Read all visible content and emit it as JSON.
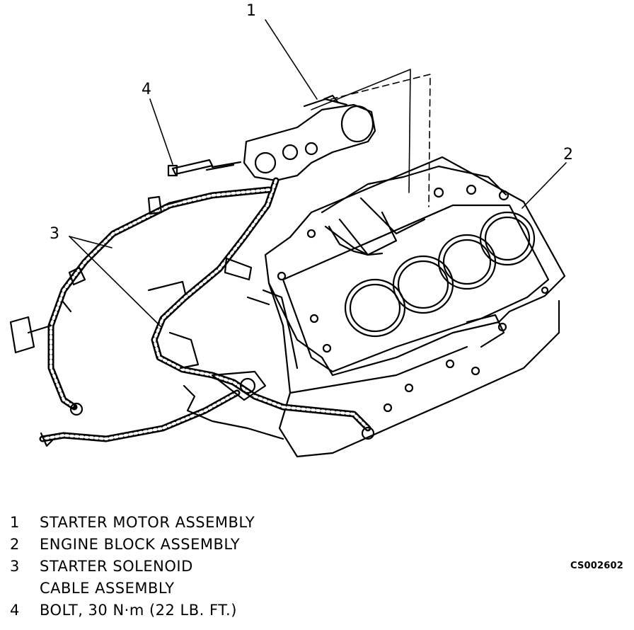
{
  "callouts": {
    "c1": "1",
    "c2": "2",
    "c3": "3",
    "c4": "4"
  },
  "legend": [
    {
      "num": "1",
      "text": "STARTER MOTOR ASSEMBLY"
    },
    {
      "num": "2",
      "text": "ENGINE BLOCK ASSEMBLY"
    },
    {
      "num": "3",
      "text": "STARTER SOLENOID",
      "cont": "CABLE ASSEMBLY"
    },
    {
      "num": "4",
      "text": "BOLT, 30 N·m (22 LB. FT.)"
    }
  ],
  "ref_code": "CS002602"
}
